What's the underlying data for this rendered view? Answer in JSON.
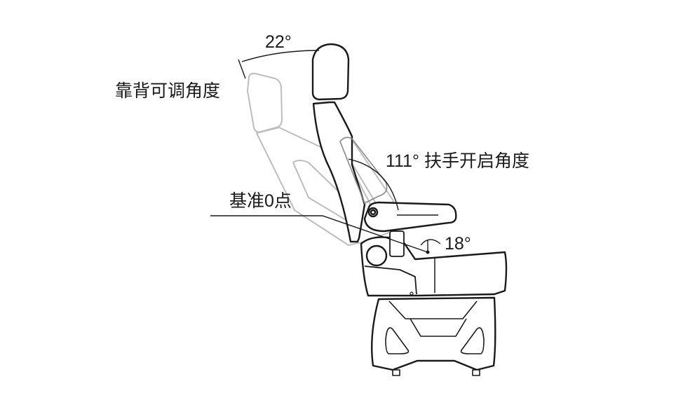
{
  "labels": {
    "recline_angle_value": "22°",
    "recline_angle_caption": "靠背可调角度",
    "armrest_angle": "111° 扶手开启角度",
    "reference_point": "基准0点",
    "seat_angle": "18°"
  },
  "colors": {
    "line": "#1a1a1a",
    "ghost": "#bdbdbd"
  }
}
